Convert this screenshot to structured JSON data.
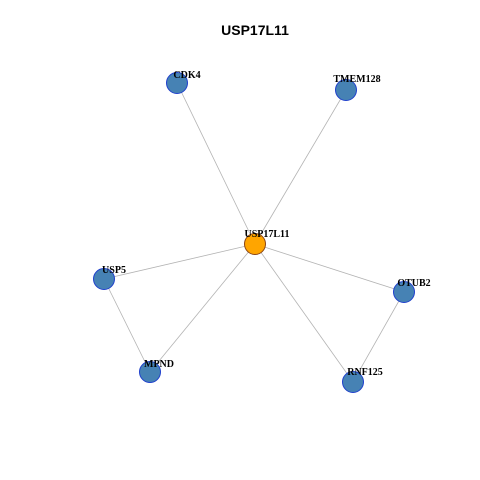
{
  "title": "USP17L11",
  "colors": {
    "center_node_fill": "#FFA500",
    "center_node_stroke": "#8B4513",
    "node_fill": "#4682B4",
    "node_stroke": "#1E3FCC",
    "edge": "#B3B3B3",
    "background": "#FFFFFF"
  },
  "nodes": [
    {
      "id": "USP17L11",
      "label": "USP17L11",
      "role": "center"
    },
    {
      "id": "CDK4",
      "label": "CDK4",
      "role": "neighbor"
    },
    {
      "id": "TMEM128",
      "label": "TMEM128",
      "role": "neighbor"
    },
    {
      "id": "USP5",
      "label": "USP5",
      "role": "neighbor"
    },
    {
      "id": "OTUB2",
      "label": "OTUB2",
      "role": "neighbor"
    },
    {
      "id": "MPND",
      "label": "MPND",
      "role": "neighbor"
    },
    {
      "id": "RNF125",
      "label": "RNF125",
      "role": "neighbor"
    }
  ],
  "edges": [
    [
      "USP17L11",
      "CDK4"
    ],
    [
      "USP17L11",
      "TMEM128"
    ],
    [
      "USP17L11",
      "USP5"
    ],
    [
      "USP17L11",
      "OTUB2"
    ],
    [
      "USP17L11",
      "MPND"
    ],
    [
      "USP17L11",
      "RNF125"
    ],
    [
      "USP5",
      "MPND"
    ],
    [
      "OTUB2",
      "RNF125"
    ]
  ]
}
